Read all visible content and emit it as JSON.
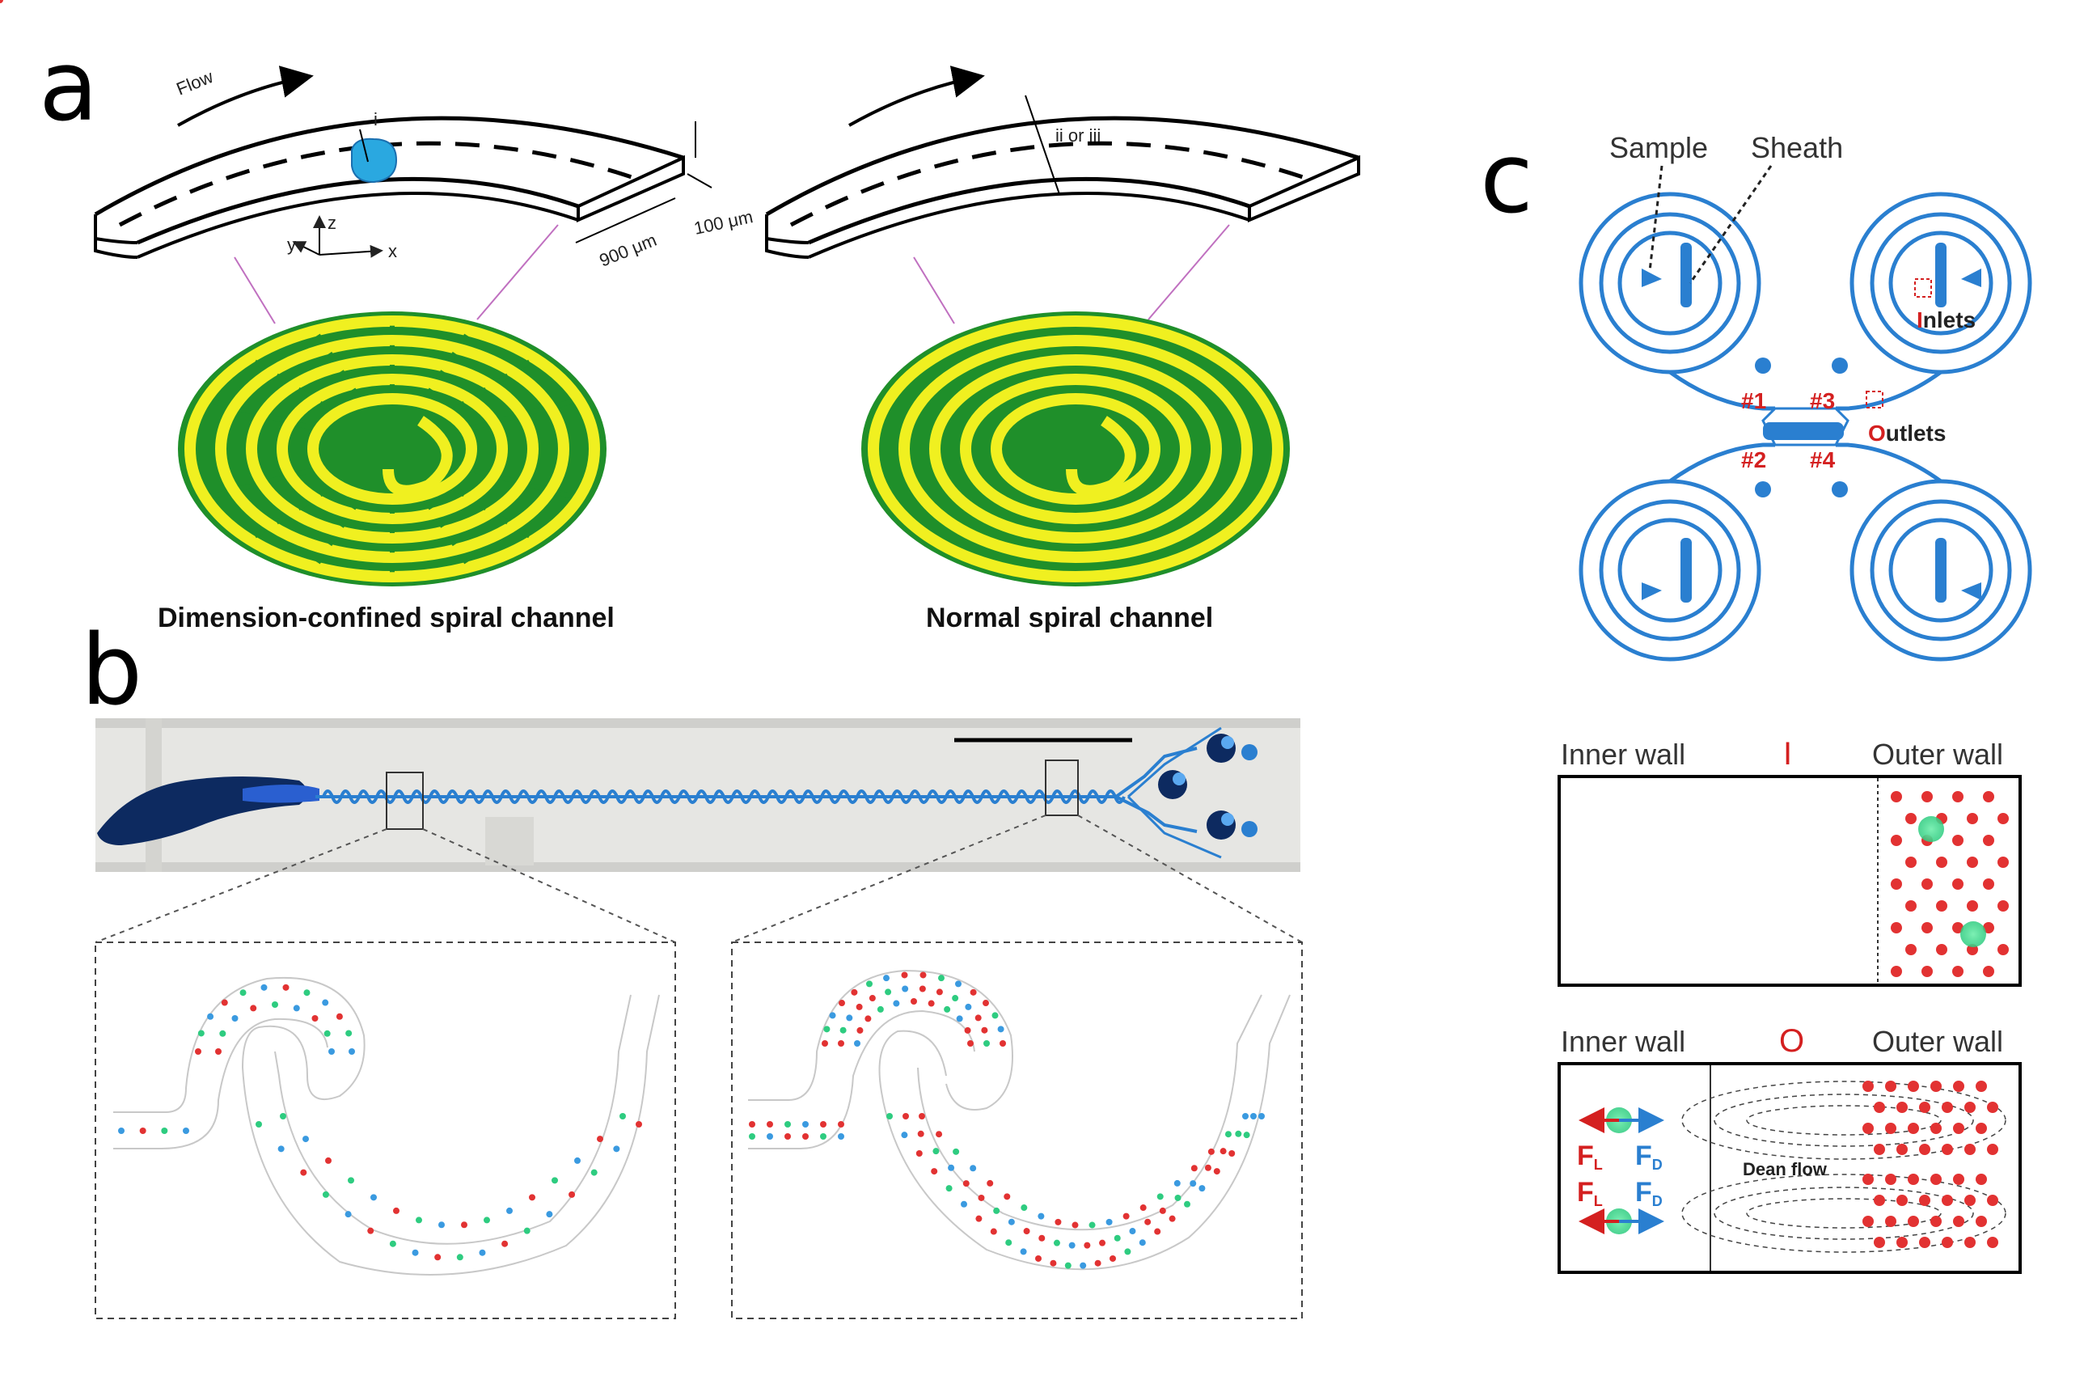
{
  "panels": {
    "a": "a",
    "b": "b",
    "c": "c"
  },
  "panel_a": {
    "flow_label": "Flow",
    "dim_i": "i",
    "dim_height": "100 μm",
    "dim_width": "900 μm",
    "axis_z": "z",
    "axis_y": "y",
    "axis_x": "x",
    "cross_label": "ii or iii",
    "left_caption": "Dimension-confined spiral channel",
    "right_caption": "Normal spiral channel"
  },
  "panel_c": {
    "sample": "Sample",
    "sheath": "Sheath",
    "inlets": "Inlets",
    "outlets": "Outlets",
    "outlet_ids": [
      "#1",
      "#3",
      "#2",
      "#4"
    ],
    "box1": {
      "inner": "Inner wall",
      "marker": "I",
      "outer": "Outer wall"
    },
    "box2": {
      "inner": "Inner wall",
      "marker": "O",
      "outer": "Outer wall",
      "dean": "Dean flow",
      "fl": "F",
      "fl_sub": "L",
      "fd": "F",
      "fd_sub": "D"
    }
  },
  "colors": {
    "chip_blue": "#2a7fd0",
    "disk_green": "#1f8f2a",
    "disk_yellow": "#f0f020",
    "particle_red": "#e23232",
    "particle_green": "#2ecc80",
    "particle_blue": "#3a9ae0"
  }
}
